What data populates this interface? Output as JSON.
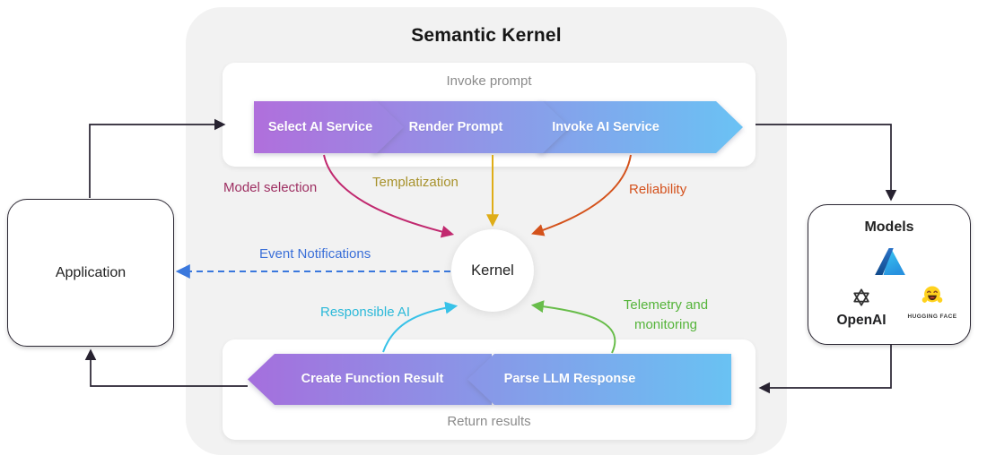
{
  "title": "Semantic Kernel",
  "invoke_section": {
    "caption": "Invoke prompt",
    "steps": [
      "Select AI Service",
      "Render Prompt",
      "Invoke AI Service"
    ]
  },
  "return_section": {
    "caption": "Return results",
    "steps": [
      "Create Function Result",
      "Parse LLM Response"
    ]
  },
  "kernel_label": "Kernel",
  "application_label": "Application",
  "models": {
    "title": "Models",
    "providers": [
      {
        "icon": "azure-icon",
        "label": ""
      },
      {
        "icon": "openai-icon",
        "label": "OpenAI"
      },
      {
        "icon": "huggingface-icon",
        "label": "HUGGING FACE"
      }
    ]
  },
  "annotations": {
    "model_selection": {
      "label": "Model selection",
      "color": "#9e2f62"
    },
    "templatization": {
      "label": "Templatization",
      "color": "#a8922c"
    },
    "reliability": {
      "label": "Reliability",
      "color": "#d4511c"
    },
    "event_notifications": {
      "label": "Event Notifications",
      "color": "#3a6fd8"
    },
    "responsible_ai": {
      "label": "Responsible AI",
      "color": "#2cb9d9"
    },
    "telemetry": {
      "label": "Telemetry and monitoring",
      "color": "#55b43a"
    }
  },
  "colors": {
    "panel_bg": "#f2f2f2",
    "chevron_gradient_start": "#b06fdc",
    "chevron_gradient_end": "#6ac2f4",
    "connector_black": "#272230",
    "arrow_magenta": "#c1296f",
    "arrow_yellow": "#dfad18",
    "arrow_orange": "#d4521b",
    "arrow_cyan": "#38c2e8",
    "arrow_green": "#68bd4a",
    "arrow_blue_dashed": "#3a78dd"
  }
}
